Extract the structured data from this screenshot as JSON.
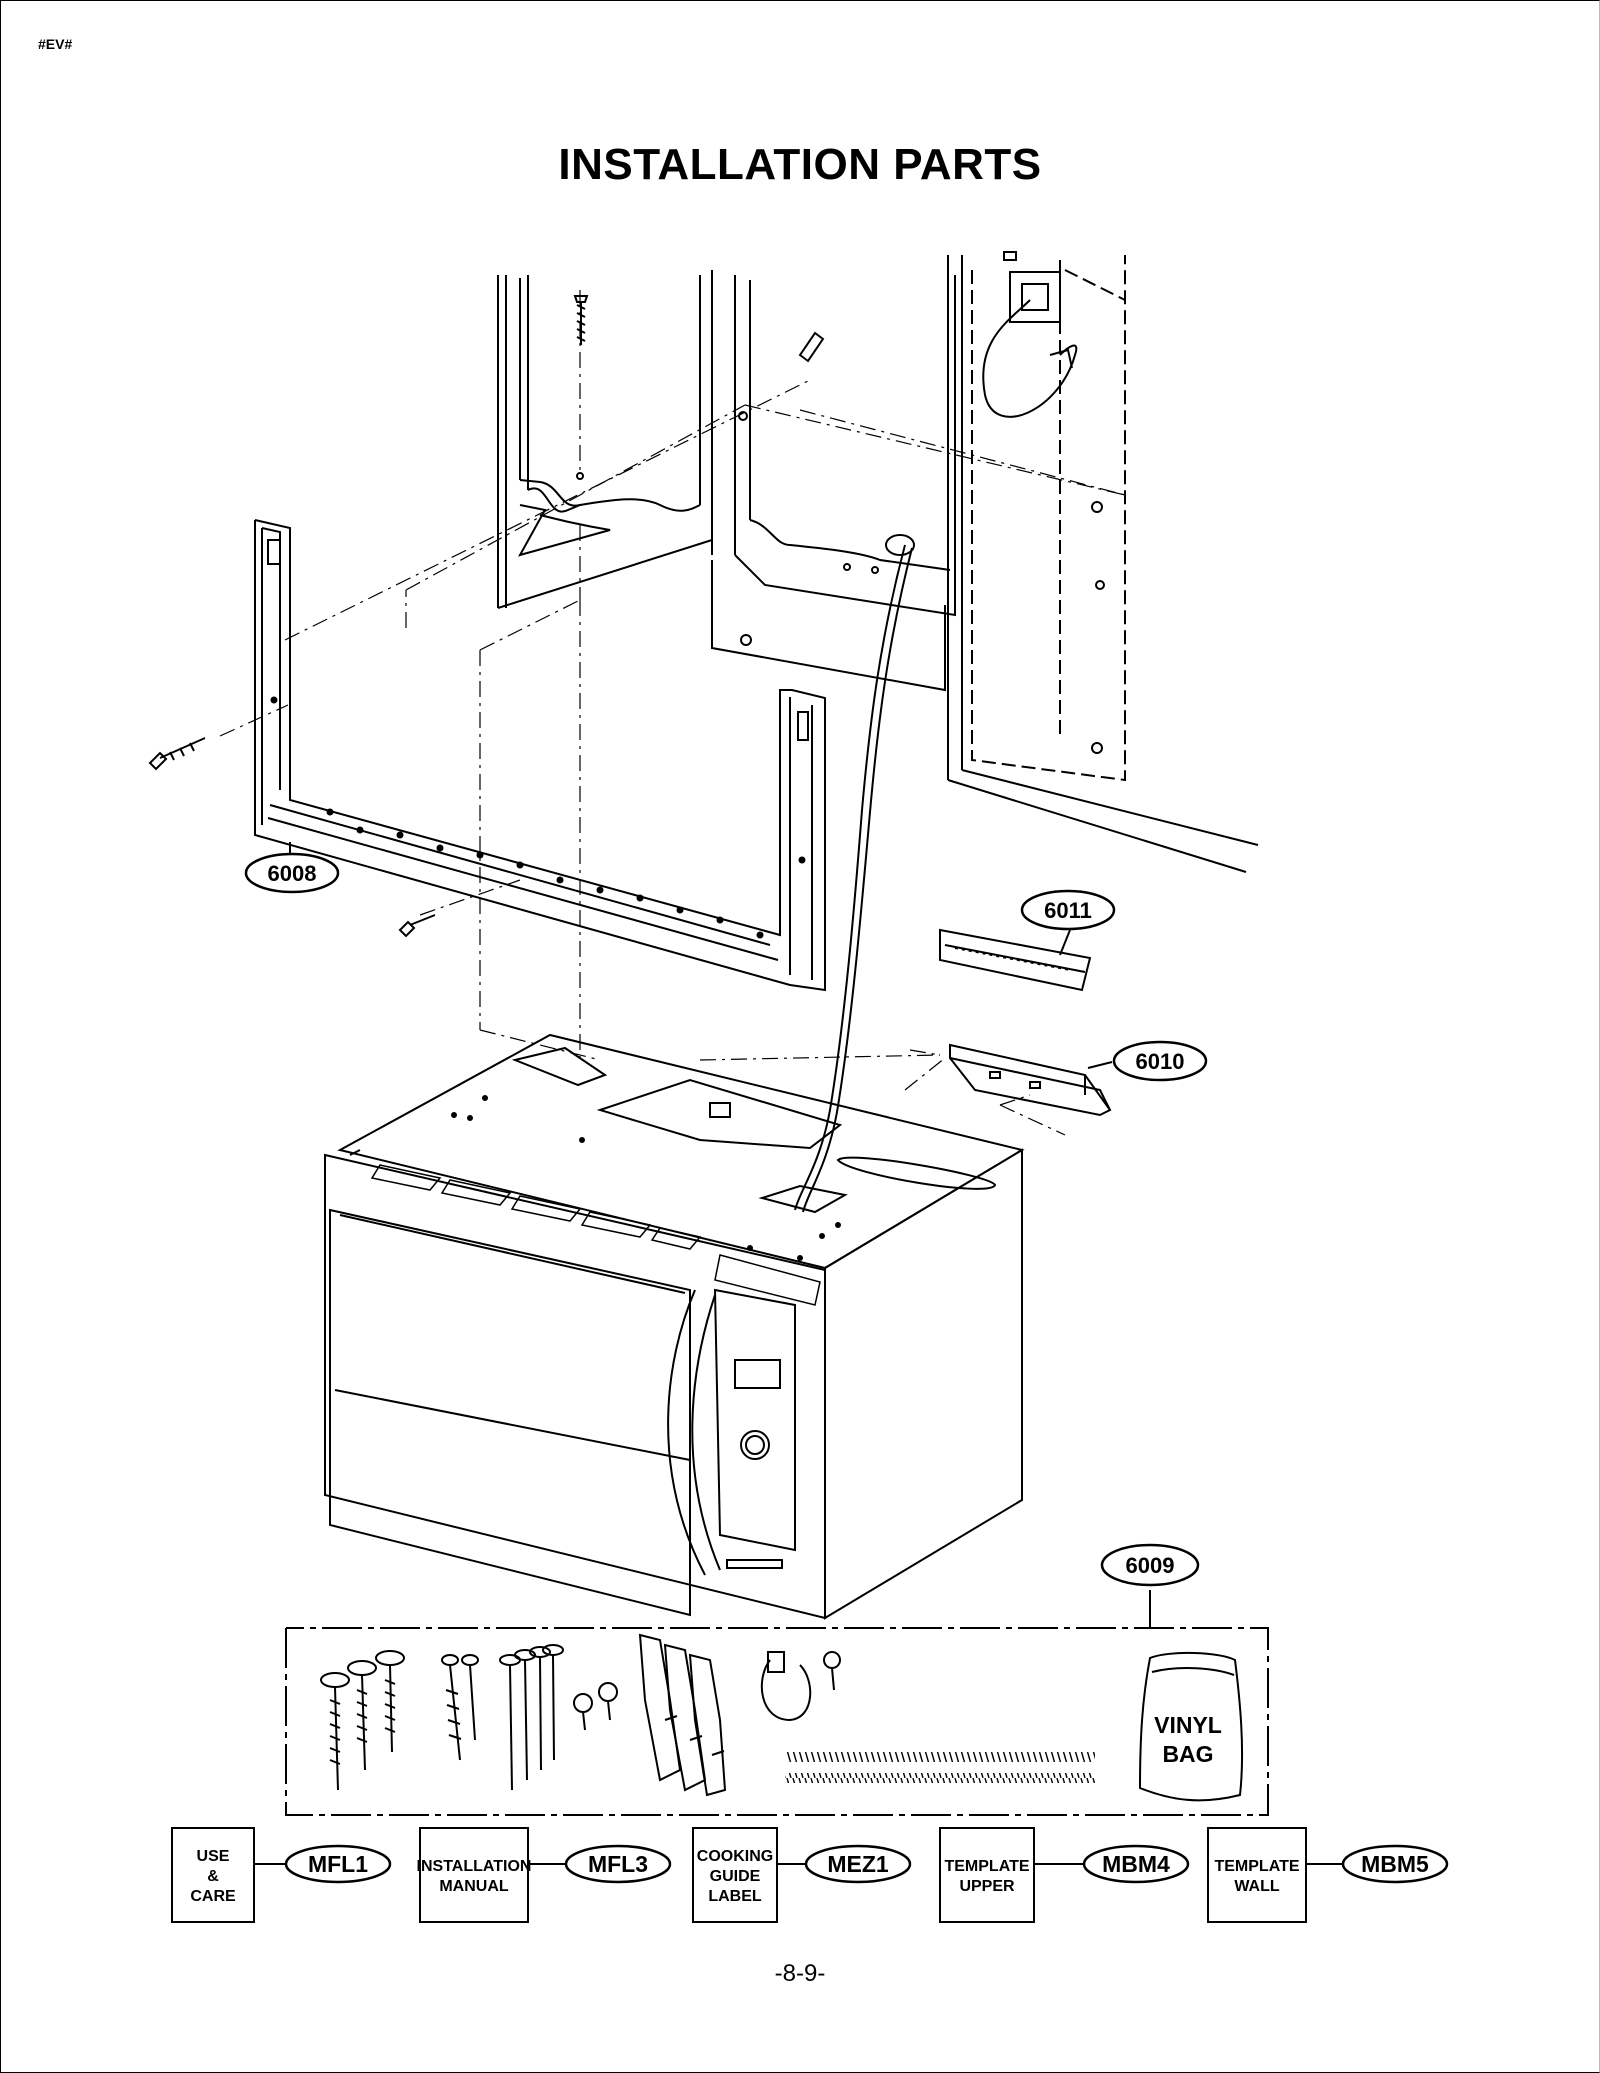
{
  "header": {
    "code": "#EV#",
    "title": "INSTALLATION PARTS"
  },
  "footer": {
    "page": "-8-9-"
  },
  "callouts": {
    "frame_plate": "6008",
    "bag_kit": "6009",
    "damper_box": "6010",
    "damper_cover": "6011"
  },
  "vinyl_bag": {
    "line1": "VINYL",
    "line2": "BAG"
  },
  "documents": [
    {
      "lines": [
        "USE",
        "&",
        "CARE"
      ],
      "code": "MFL1"
    },
    {
      "lines": [
        "INSTALLATION",
        "MANUAL"
      ],
      "code": "MFL3"
    },
    {
      "lines": [
        "COOKING",
        "GUIDE",
        "LABEL"
      ],
      "code": "MEZ1"
    },
    {
      "lines": [
        "TEMPLATE",
        "UPPER"
      ],
      "code": "MBM4"
    },
    {
      "lines": [
        "TEMPLATE",
        "WALL"
      ],
      "code": "MBM5"
    }
  ]
}
